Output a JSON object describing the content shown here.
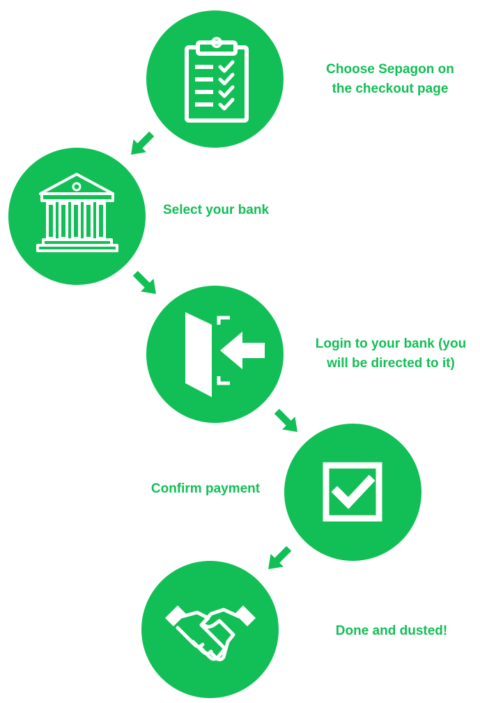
{
  "theme": {
    "accent": "#12bf56",
    "icon_color": "#ffffff"
  },
  "steps": [
    {
      "icon": "clipboard-checklist-icon",
      "lines": [
        "Choose Sepagon on",
        "the checkout page"
      ]
    },
    {
      "icon": "bank-building-icon",
      "lines": [
        "Select your bank"
      ]
    },
    {
      "icon": "login-door-icon",
      "lines": [
        "Login to your bank (you",
        "will be directed to it)"
      ]
    },
    {
      "icon": "checkbox-checked-icon",
      "lines": [
        "Confirm payment"
      ]
    },
    {
      "icon": "handshake-icon",
      "lines": [
        "Done and dusted!"
      ]
    }
  ]
}
